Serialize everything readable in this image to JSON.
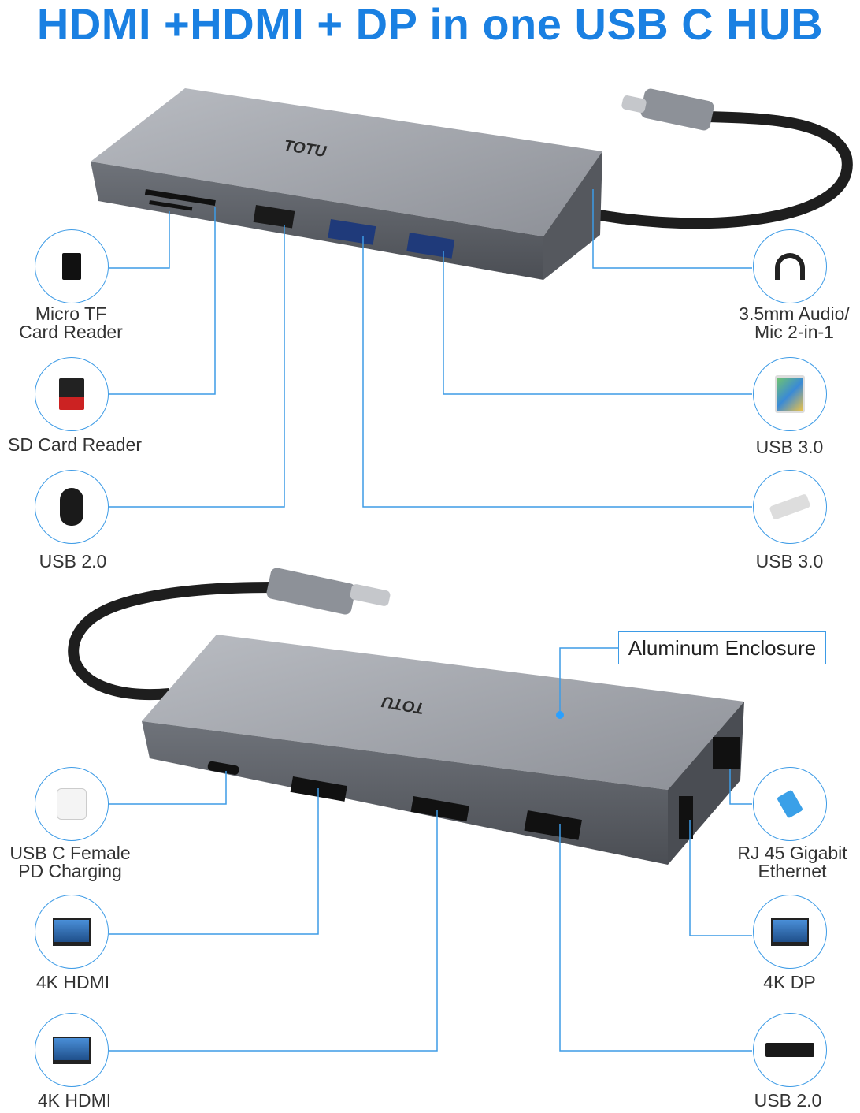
{
  "title": "HDMI +HDMI + DP in one USB C HUB",
  "brand": "TOTU",
  "accent_color": "#1a80e2",
  "line_color": "#3d9be6",
  "enclosure_label": "Aluminum Enclosure",
  "top_hub": {
    "left": [
      {
        "label": "Micro TF\nCard Reader",
        "icon": "micro-sd-card-icon"
      },
      {
        "label": "SD Card Reader",
        "icon": "sd-card-icon"
      },
      {
        "label": "USB 2.0",
        "icon": "mouse-icon"
      }
    ],
    "right": [
      {
        "label": "3.5mm Audio/\nMic 2-in-1",
        "icon": "headphones-icon"
      },
      {
        "label": "USB 3.0",
        "icon": "tablet-icon"
      },
      {
        "label": "USB 3.0",
        "icon": "usb-flash-drive-icon"
      }
    ]
  },
  "bottom_hub": {
    "left": [
      {
        "label": "USB C Female\nPD Charging",
        "icon": "power-adapter-icon"
      },
      {
        "label": "4K HDMI",
        "icon": "monitor-icon"
      },
      {
        "label": "4K HDMI",
        "icon": "monitor-icon"
      }
    ],
    "right": [
      {
        "label": "RJ 45 Gigabit\nEthernet",
        "icon": "ethernet-cable-icon"
      },
      {
        "label": "4K DP",
        "icon": "monitor-icon"
      },
      {
        "label": "USB 2.0",
        "icon": "keyboard-icon"
      }
    ]
  }
}
